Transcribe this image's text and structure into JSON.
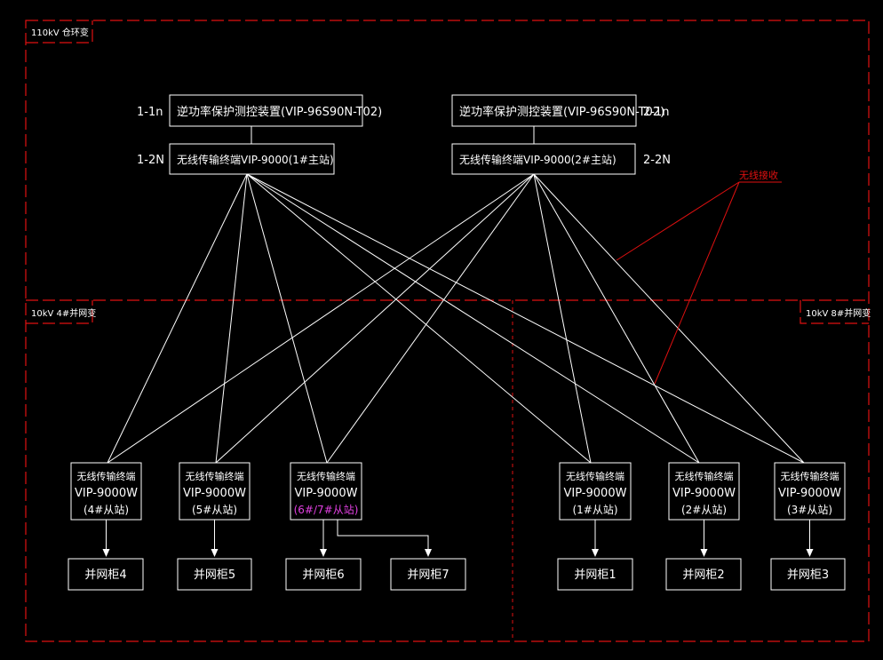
{
  "zones": {
    "top": "110kV 仓环变",
    "left": "10kV 4#并网变",
    "right": "10kV 8#并网变"
  },
  "masters": [
    {
      "device": "逆功率保护测控装置(VIP-96S90N-T02)",
      "device_tag": "1-1n",
      "terminal": "无线传输终端VIP-9000(1#主站)",
      "terminal_tag": "1-2N"
    },
    {
      "device": "逆功率保护测控装置(VIP-96S90N-T02)",
      "device_tag": "2-1n",
      "terminal": "无线传输终端VIP-9000(2#主站)",
      "terminal_tag": "2-2N"
    }
  ],
  "wireless_label": "无线接收",
  "slaves": [
    {
      "l1": "无线传输终端",
      "l2": "VIP-9000W",
      "l3": "(4#从站)",
      "cabinets": [
        "并网柜4"
      ]
    },
    {
      "l1": "无线传输终端",
      "l2": "VIP-9000W",
      "l3": "(5#从站)",
      "cabinets": [
        "并网柜5"
      ]
    },
    {
      "l1": "无线传输终端",
      "l2": "VIP-9000W",
      "l3": "(6#/7#从站)",
      "l3_color": "#e040e0",
      "cabinets": [
        "并网柜6",
        "并网柜7"
      ]
    },
    {
      "l1": "无线传输终端",
      "l2": "VIP-9000W",
      "l3": "(1#从站)",
      "cabinets": [
        "并网柜1"
      ]
    },
    {
      "l1": "无线传输终端",
      "l2": "VIP-9000W",
      "l3": "(2#从站)",
      "cabinets": [
        "并网柜2"
      ]
    },
    {
      "l1": "无线传输终端",
      "l2": "VIP-9000W",
      "l3": "(3#从站)",
      "cabinets": [
        "并网柜3"
      ]
    }
  ]
}
